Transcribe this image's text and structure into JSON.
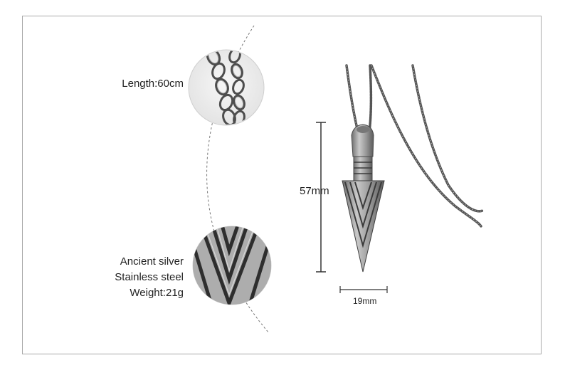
{
  "specs": {
    "length": "Length:60cm",
    "material_lines": [
      "Ancient silver",
      "Stainless steel",
      "Weight:21g"
    ],
    "height_dimension": "57mm",
    "width_dimension": "19mm"
  },
  "colors": {
    "frame": "#a9a9a9",
    "metal_dark": "#4a4a4a",
    "metal_mid": "#8a8a8a",
    "metal_light": "#cfcfcf",
    "text": "#222222"
  }
}
